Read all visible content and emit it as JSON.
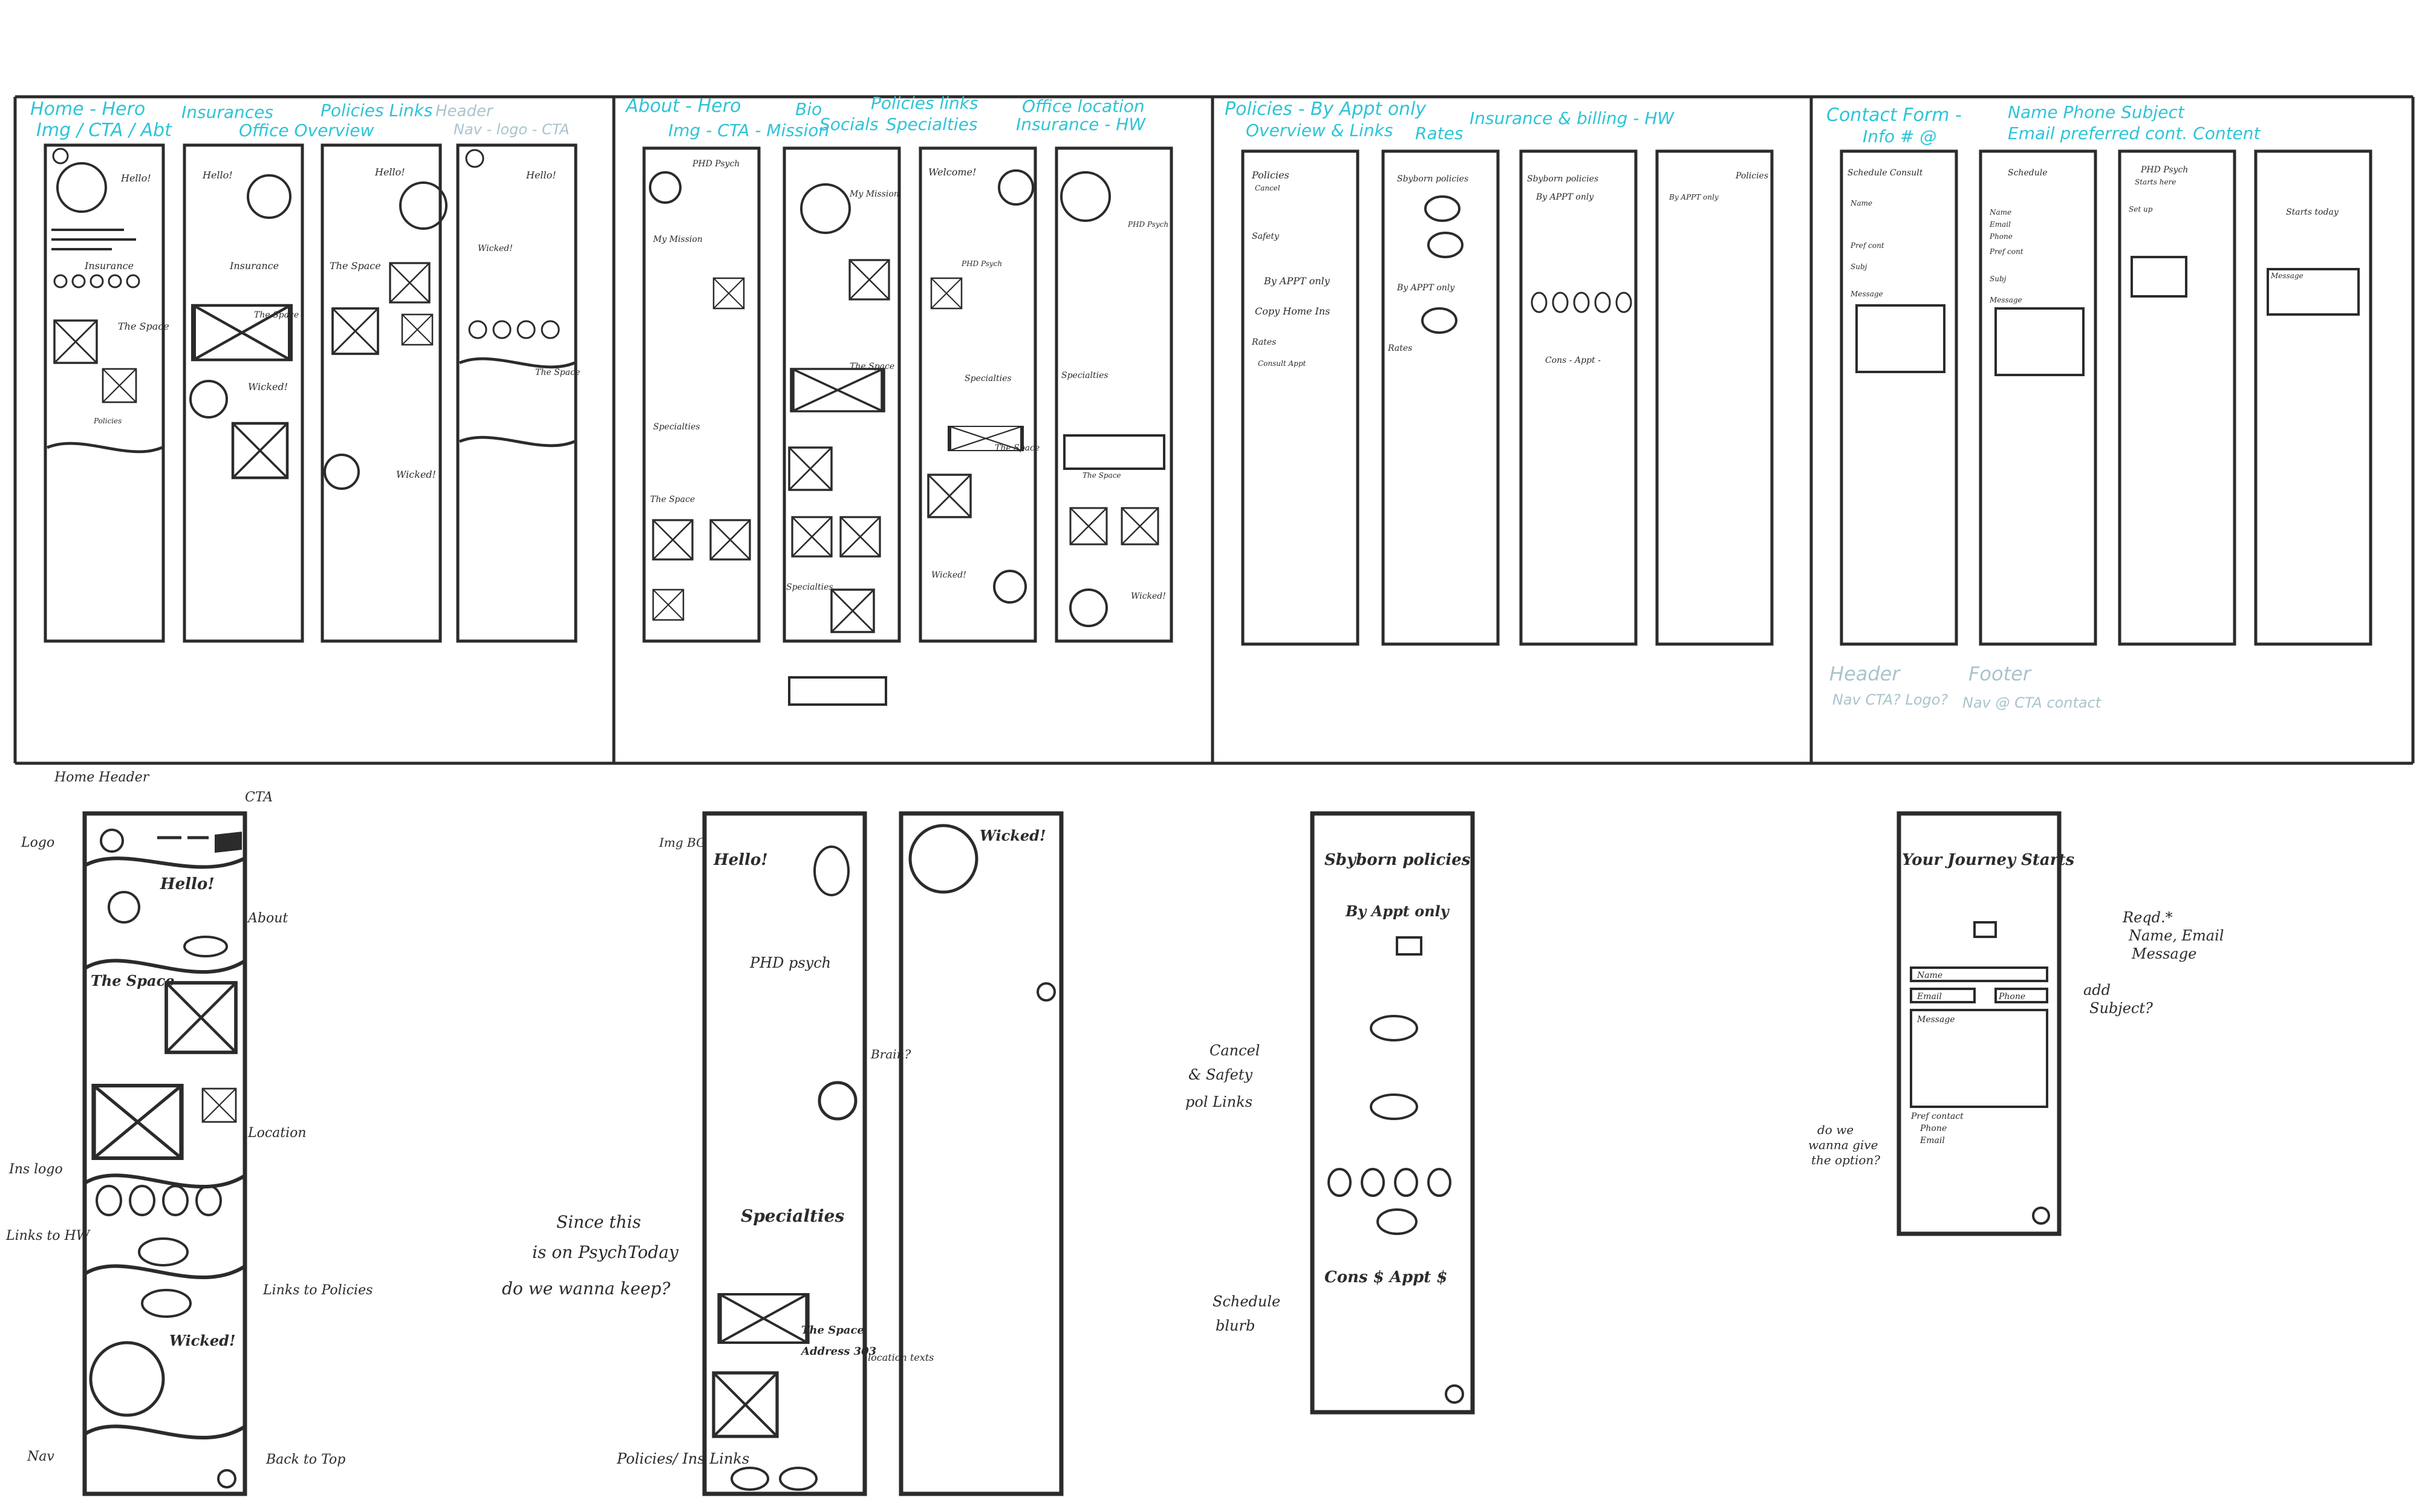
{
  "colors": {
    "ink": "#2b2b2b",
    "annotation": "#2ec4d6",
    "faded": "#a9c4cc",
    "highlight": "#cfd8a0"
  },
  "panels": [
    {
      "title_line1": "Home - Hero",
      "title_line2": "Img / CTA / Abt",
      "headings": [
        "Insurances",
        "Office Overview",
        "Policies Links",
        "Header",
        "Nav - logo - CTA"
      ],
      "labels": {
        "hello": "Hello!",
        "insurance": "Insurance",
        "the_space": "The Space",
        "wicked": "Wicked!",
        "policies": "Policies"
      }
    },
    {
      "title_line1": "About - Hero",
      "title_line2": "Img - CTA - Mission",
      "headings": [
        "Bio",
        "Policies links",
        "Socials",
        "Specialties",
        "Office location",
        "Insurance - HW"
      ],
      "labels": {
        "phd_psych": "PHD Psych",
        "my_mission": "My Mission",
        "welcome": "Welcome!",
        "specialties": "Specialties",
        "the_space": "The Space",
        "wicked": "Wicked!"
      }
    },
    {
      "title_line1": "Policies - By Appt only",
      "title_line2": "Overview & Links",
      "headings": [
        "Insurance & billing - HW",
        "Rates"
      ],
      "labels": {
        "policies": "Policies",
        "cancel": "Cancel",
        "safety": "Safety",
        "by_appt_only": "By APPT only",
        "copy_home_ins": "Copy Home Ins",
        "rates": "Rates",
        "consult_appt": "Consult  Appt",
        "sbyborn_policies": "Sbyborn policies",
        "cons_appt": "Cons - Appt -"
      }
    },
    {
      "title_line1": "Contact Form -",
      "title_line2": "Info # @",
      "headings": [
        "Name  Phone  Subject",
        "Email  preferred cont.  Content"
      ],
      "labels": {
        "schedule_consult": "Schedule Consult",
        "schedule": "Schedule",
        "name": "Name",
        "email": "Email",
        "phone": "Phone",
        "pref_cont": "Pref cont",
        "subj": "Subj",
        "message": "Message",
        "phd_psych": "PHD Psych",
        "starts_here": "Starts here",
        "set_up": "Set up",
        "starts_today": "Starts today",
        "header": "Header",
        "footer": "Footer",
        "nav_cta_logo": "Nav CTA? Logo?",
        "nav_contact": "Nav @ CTA contact"
      }
    }
  ],
  "home_annotations": {
    "home_header": "Home Header",
    "cta": "CTA",
    "logo": "Logo",
    "about": "About",
    "location": "Location",
    "ins_logo": "Ins logo",
    "links_to_hw": "Links to HW",
    "links_to_policies": "Links to Policies",
    "nav": "Nav",
    "back_to_top": "Back to Top",
    "hello": "Hello!",
    "the_space": "The Space",
    "wicked": "Wicked!"
  },
  "about_annotations": {
    "img_bg": "Img BG",
    "brain": "Brain?",
    "since_line1": "Since this",
    "since_line2": "is on PsychToday",
    "since_line3": "do we wanna keep?",
    "location_texts": "location texts",
    "policies_ins_links": "Policies/ Ins Links",
    "hello": "Hello!",
    "phd_psych": "PHD psych",
    "specialties": "Specialties",
    "the_space": "The Space",
    "address": "Address 303",
    "wicked": "Wicked!"
  },
  "policies_annotations": {
    "title": "Sbyborn policies",
    "by_appt_only": "By Appt only",
    "cancel_safety_line1": "Cancel",
    "cancel_safety_line2": "& Safety",
    "cancel_safety_line3": "pol Links",
    "rates": "Cons $   Appt $",
    "schedule_blurb_line1": "Schedule",
    "schedule_blurb_line2": "blurb"
  },
  "contact_annotations": {
    "title": "Your Journey Starts",
    "name": "Name",
    "email": "Email",
    "phone": "Phone",
    "message": "Message",
    "pref_contact": "Pref contact",
    "opt_phone": "Phone",
    "opt_email": "Email",
    "reqd_line1": "Reqd.*",
    "reqd_line2": "Name, Email",
    "reqd_line3": "Message",
    "add_subject_line1": "add",
    "add_subject_line2": "Subject?",
    "option_line1": "do we",
    "option_line2": "wanna give",
    "option_line3": "the option?"
  }
}
